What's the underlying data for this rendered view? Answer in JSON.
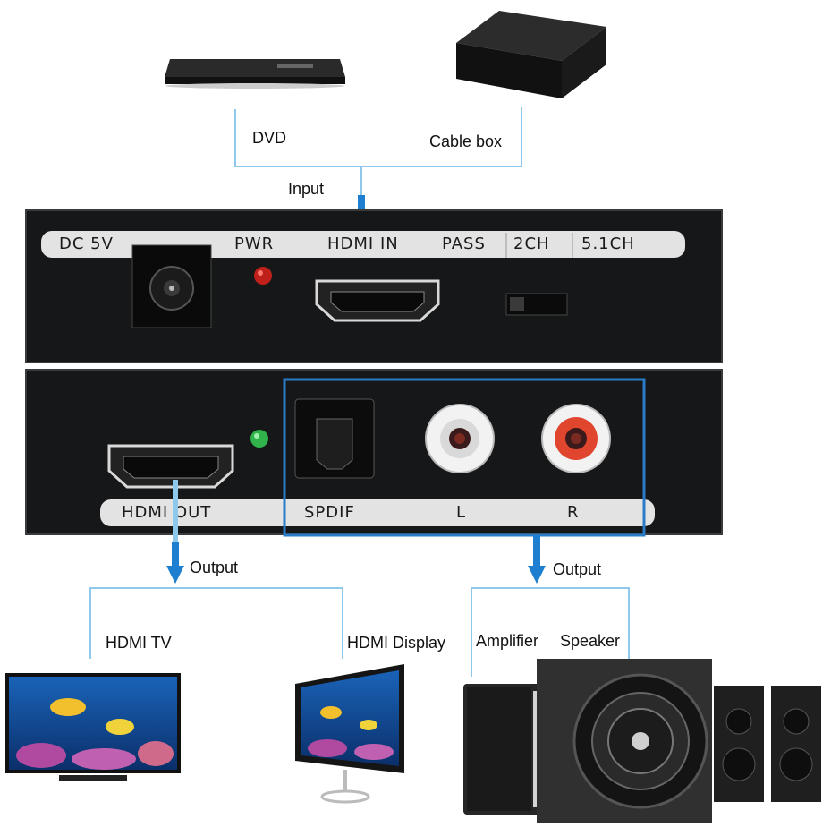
{
  "inputs": {
    "dvd_label": "DVD",
    "cable_label": "Cable box",
    "input_label": "Input"
  },
  "top_panel": {
    "labels": [
      "DC 5V",
      "PWR",
      "HDMI IN",
      "PASS",
      "2CH",
      "5.1CH"
    ]
  },
  "bottom_panel": {
    "labels": [
      "HDMI OUT",
      "SPDIF",
      "L",
      "R"
    ]
  },
  "outputs": {
    "left_output_label": "Output",
    "right_output_label": "Output",
    "hdmi_tv_label": "HDMI TV",
    "hdmi_display_label": "HDMI Display",
    "amplifier_label": "Amplifier",
    "speaker_label": "Speaker"
  },
  "colors": {
    "connector_line": "#8ec8ea",
    "arrow": "#1e7fd0",
    "highlight_box": "#2a7bc8",
    "pwr_led": "#c0201a",
    "out_led": "#2fb34a",
    "rca_right": "#e0452e"
  }
}
